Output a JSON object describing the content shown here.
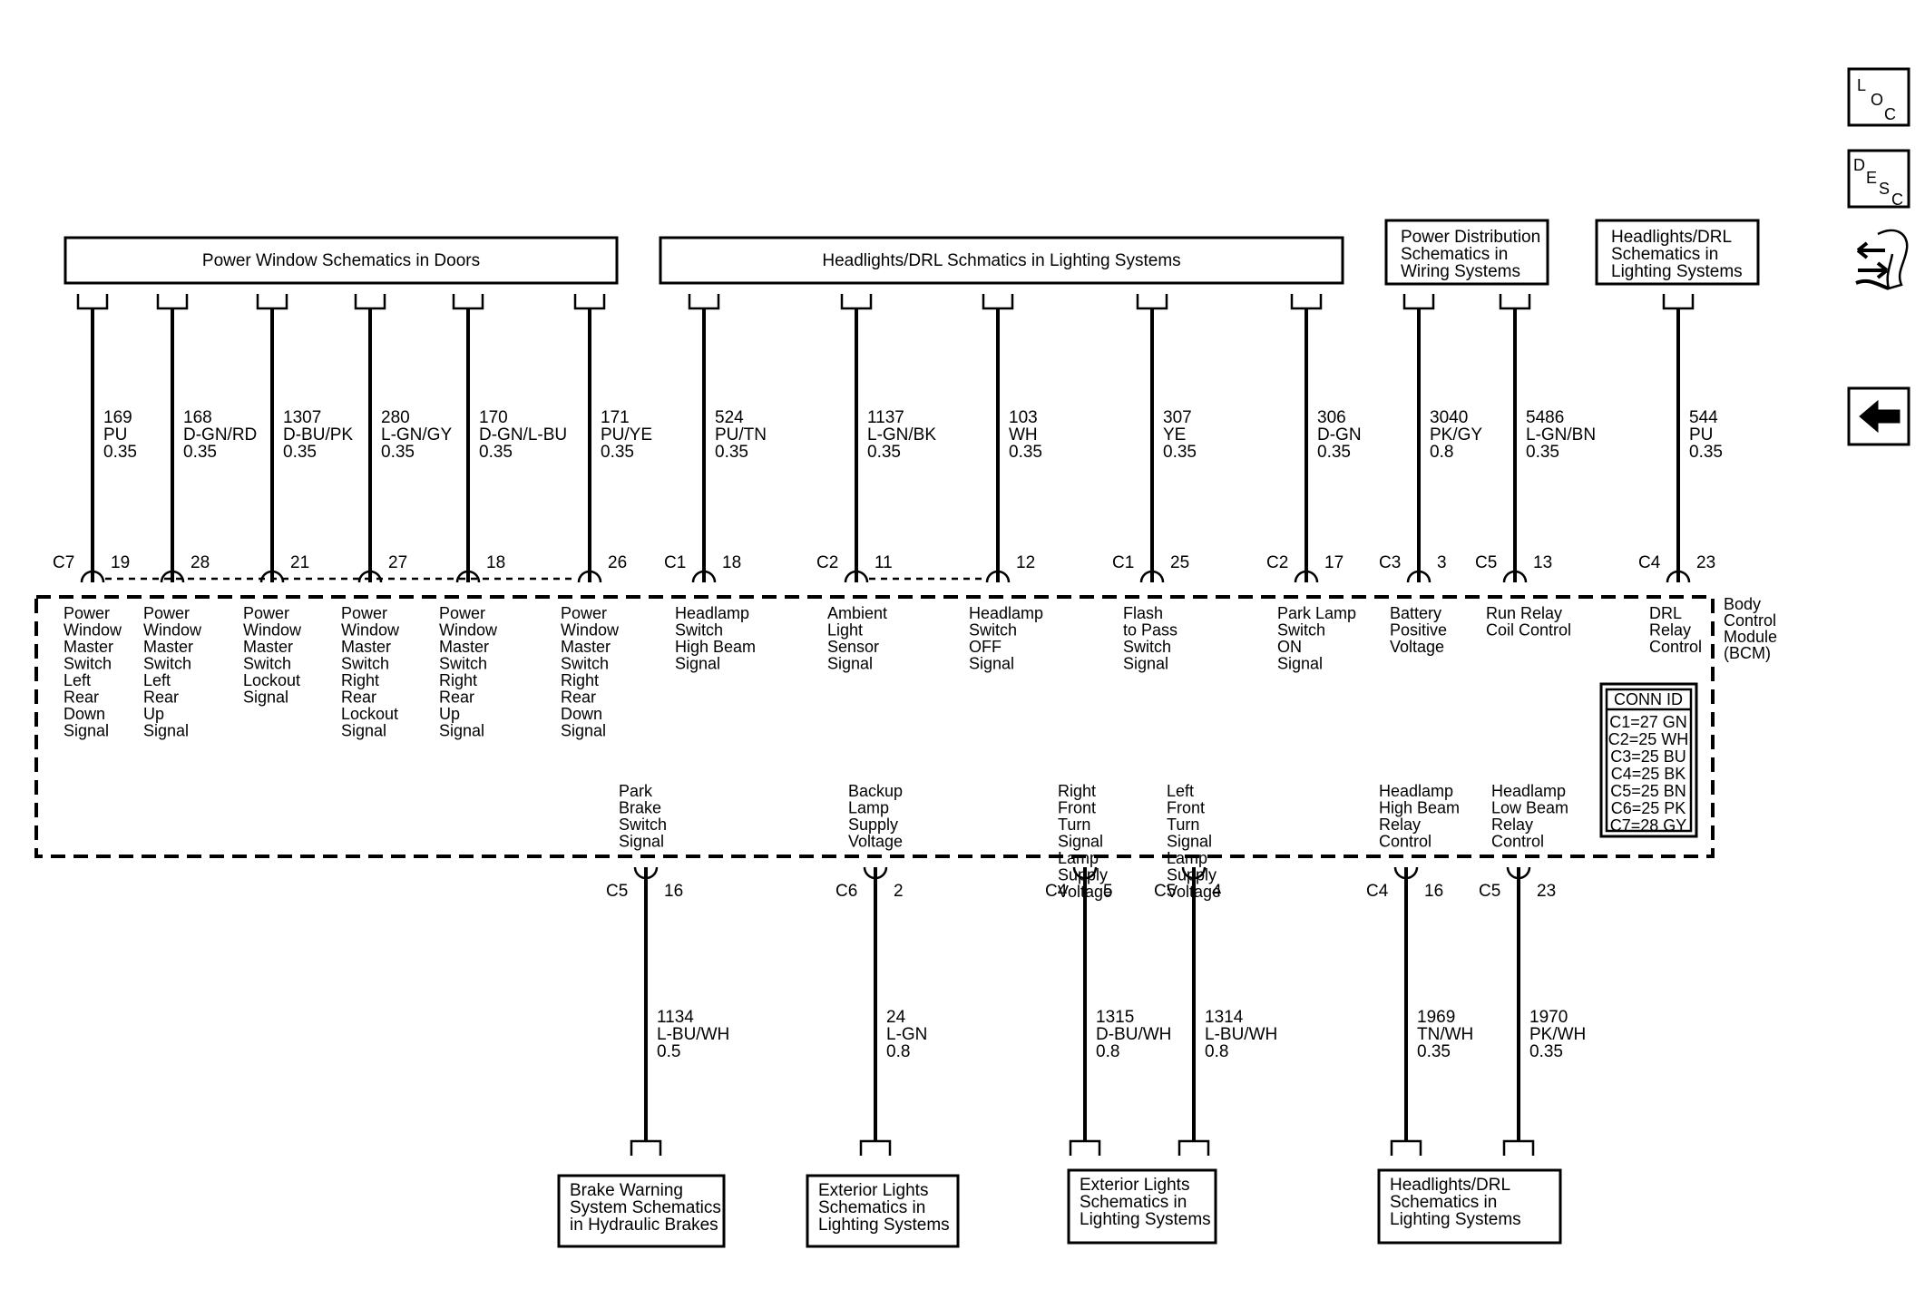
{
  "module": {
    "lines": [
      "Body",
      "Control",
      "Module",
      "(BCM)"
    ]
  },
  "conn_table": {
    "title": "CONN ID",
    "rows": [
      "C1=27 GN",
      "C2=25 WH",
      "C3=25 BU",
      "C4=25 BK",
      "C5=25 BN",
      "C6=25 PK",
      "C7=28 GY"
    ]
  },
  "top_boxes": [
    {
      "id": "power-window",
      "lines": [
        "Power Window Schematics in Doors"
      ]
    },
    {
      "id": "headlights-drl",
      "lines": [
        "Headlights/DRL Schmatics in Lighting Systems"
      ]
    },
    {
      "id": "power-distribution",
      "lines": [
        "Power Distribution",
        "Schematics in",
        "Wiring Systems"
      ]
    },
    {
      "id": "headlights-drl-2",
      "lines": [
        "Headlights/DRL",
        "Schematics in",
        "Lighting Systems"
      ]
    }
  ],
  "top_circuits": [
    {
      "conn": "C7",
      "pin": "19",
      "circuit": "169",
      "color": "PU",
      "size": "0.35",
      "label": [
        "Power",
        "Window",
        "Master",
        "Switch",
        "Left",
        "Rear",
        "Down",
        "Signal"
      ]
    },
    {
      "conn": "",
      "pin": "28",
      "circuit": "168",
      "color": "D-GN/RD",
      "size": "0.35",
      "label": [
        "Power",
        "Window",
        "Master",
        "Switch",
        "Left",
        "Rear",
        "Up",
        "Signal"
      ]
    },
    {
      "conn": "",
      "pin": "21",
      "circuit": "1307",
      "color": "D-BU/PK",
      "size": "0.35",
      "label": [
        "Power",
        "Window",
        "Master",
        "Switch",
        "Lockout",
        "Signal"
      ]
    },
    {
      "conn": "",
      "pin": "27",
      "circuit": "280",
      "color": "L-GN/GY",
      "size": "0.35",
      "label": [
        "Power",
        "Window",
        "Master",
        "Switch",
        "Right",
        "Rear",
        "Lockout",
        "Signal"
      ]
    },
    {
      "conn": "",
      "pin": "18",
      "circuit": "170",
      "color": "D-GN/L-BU",
      "size": "0.35",
      "label": [
        "Power",
        "Window",
        "Master",
        "Switch",
        "Right",
        "Rear",
        "Up",
        "Signal"
      ]
    },
    {
      "conn": "",
      "pin": "26",
      "circuit": "171",
      "color": "PU/YE",
      "size": "0.35",
      "label": [
        "Power",
        "Window",
        "Master",
        "Switch",
        "Right",
        "Rear",
        "Down",
        "Signal"
      ]
    },
    {
      "conn": "C1",
      "pin": "18",
      "circuit": "524",
      "color": "PU/TN",
      "size": "0.35",
      "label": [
        "Headlamp",
        "Switch",
        "High Beam",
        "Signal"
      ]
    },
    {
      "conn": "C2",
      "pin": "11",
      "circuit": "1137",
      "color": "L-GN/BK",
      "size": "0.35",
      "label": [
        "Ambient",
        "Light",
        "Sensor",
        "Signal"
      ]
    },
    {
      "conn": "",
      "pin": "12",
      "circuit": "103",
      "color": "WH",
      "size": "0.35",
      "label": [
        "Headlamp",
        "Switch",
        "OFF",
        "Signal"
      ]
    },
    {
      "conn": "C1",
      "pin": "25",
      "circuit": "307",
      "color": "YE",
      "size": "0.35",
      "label": [
        "Flash",
        "to Pass",
        "Switch",
        "Signal"
      ]
    },
    {
      "conn": "C2",
      "pin": "17",
      "circuit": "306",
      "color": "D-GN",
      "size": "0.35",
      "label": [
        "Park Lamp",
        "Switch",
        "ON",
        "Signal"
      ]
    },
    {
      "conn": "C3",
      "pin": "3",
      "circuit": "3040",
      "color": "PK/GY",
      "size": "0.8",
      "label": [
        "Battery",
        "Positive",
        "Voltage"
      ]
    },
    {
      "conn": "C5",
      "pin": "13",
      "circuit": "5486",
      "color": "L-GN/BN",
      "size": "0.35",
      "label": [
        "Run Relay",
        "Coil Control"
      ]
    },
    {
      "conn": "C4",
      "pin": "23",
      "circuit": "544",
      "color": "PU",
      "size": "0.35",
      "label": [
        "DRL",
        "Relay",
        "Control"
      ]
    }
  ],
  "bottom_circuits": [
    {
      "conn": "C5",
      "pin": "16",
      "circuit": "1134",
      "color": "L-BU/WH",
      "size": "0.5",
      "label": [
        "Park",
        "Brake",
        "Switch",
        "Signal"
      ]
    },
    {
      "conn": "C6",
      "pin": "2",
      "circuit": "24",
      "color": "L-GN",
      "size": "0.8",
      "label": [
        "Backup",
        "Lamp",
        "Supply",
        "Voltage"
      ]
    },
    {
      "conn": "C4",
      "pin": "5",
      "circuit": "1315",
      "color": "D-BU/WH",
      "size": "0.8",
      "label": [
        "Right",
        "Front",
        "Turn",
        "Signal",
        "Lamp",
        "Supply",
        "Voltage"
      ]
    },
    {
      "conn": "C5",
      "pin": "4",
      "circuit": "1314",
      "color": "L-BU/WH",
      "size": "0.8",
      "label": [
        "Left",
        "Front",
        "Turn",
        "Signal",
        "Lamp",
        "Supply",
        "Voltage"
      ]
    },
    {
      "conn": "C4",
      "pin": "16",
      "circuit": "1969",
      "color": "TN/WH",
      "size": "0.35",
      "label": [
        "Headlamp",
        "High Beam",
        "Relay",
        "Control"
      ]
    },
    {
      "conn": "C5",
      "pin": "23",
      "circuit": "1970",
      "color": "PK/WH",
      "size": "0.35",
      "label": [
        "Headlamp",
        "Low Beam",
        "Relay",
        "Control"
      ]
    }
  ],
  "bottom_boxes": [
    {
      "id": "brake-warning",
      "lines": [
        "Brake Warning",
        "System Schematics",
        "in Hydraulic Brakes"
      ]
    },
    {
      "id": "exterior-lights-1",
      "lines": [
        "Exterior Lights",
        "Schematics in",
        "Lighting Systems"
      ]
    },
    {
      "id": "exterior-lights-2",
      "lines": [
        "Exterior Lights",
        "Schematics in",
        "Lighting Systems"
      ]
    },
    {
      "id": "headlights-drl-3",
      "lines": [
        "Headlights/DRL",
        "Schematics in",
        "Lighting Systems"
      ]
    }
  ],
  "side_icons": [
    {
      "id": "loc",
      "letters": [
        "L",
        "O",
        "C"
      ]
    },
    {
      "id": "desc",
      "letters": [
        "D",
        "E",
        "S",
        "C"
      ]
    },
    {
      "id": "connector-view",
      "icon": "connector-arrows-icon"
    },
    {
      "id": "back",
      "icon": "left-arrow-icon"
    }
  ]
}
